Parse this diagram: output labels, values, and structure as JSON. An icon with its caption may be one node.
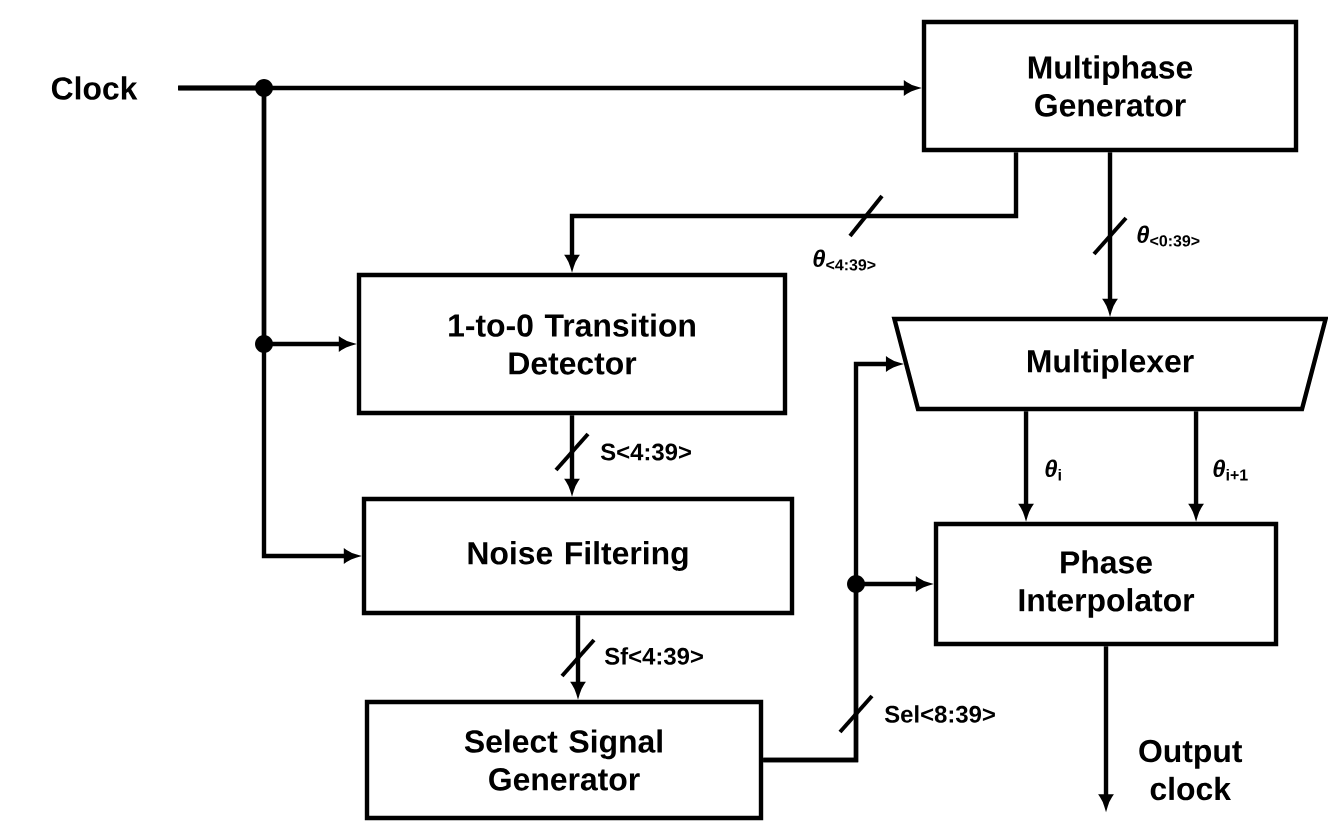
{
  "diagram": {
    "nodes": [
      {
        "text": [
          "Clock"
        ]
      },
      {
        "text": [
          "Multiphase Generator"
        ]
      },
      {
        "text": [
          "1-to-0 Transition Detector"
        ]
      },
      {
        "text": [
          "Multiplexer"
        ]
      },
      {
        "text": [
          "Noise Filtering"
        ]
      },
      {
        "text": [
          "Phase Interpolator"
        ]
      },
      {
        "text": [
          "Select Signal Generator"
        ]
      }
    ],
    "edges": [
      {
        "from": 0,
        "to": 1,
        "arrow": "to"
      },
      {
        "from": 0,
        "to": 2,
        "arrow": "to"
      },
      {
        "from": 0,
        "to": 4,
        "arrow": "to"
      },
      {
        "from": 1,
        "to": 2,
        "arrow": "to",
        "label": "*θ*$_{<4:39>}$"
      },
      {
        "from": 1,
        "to": 3,
        "arrow": "to",
        "label": "*θ*$_{<0:39>}$"
      },
      {
        "from": 2,
        "to": 4,
        "arrow": "to",
        "label": "S<4:39>"
      },
      {
        "from": 4,
        "to": 6,
        "arrow": "to",
        "label": "Sf<4:39>"
      },
      {
        "from": 6,
        "to": 3,
        "arrow": "to",
        "label": "Sel<8:39>"
      },
      {
        "from": 6,
        "to": 5,
        "arrow": "to"
      },
      {
        "from": 3,
        "to": 5,
        "arrow": "to",
        "label": "*θ*$_{i}$"
      },
      {
        "from": 3,
        "to": 5,
        "arrow": "to",
        "label": "*θ*$_{i+1}$"
      },
      {
        "from": 5,
        "to": null,
        "arrow": "to",
        "label": "Output clock"
      }
    ]
  }
}
